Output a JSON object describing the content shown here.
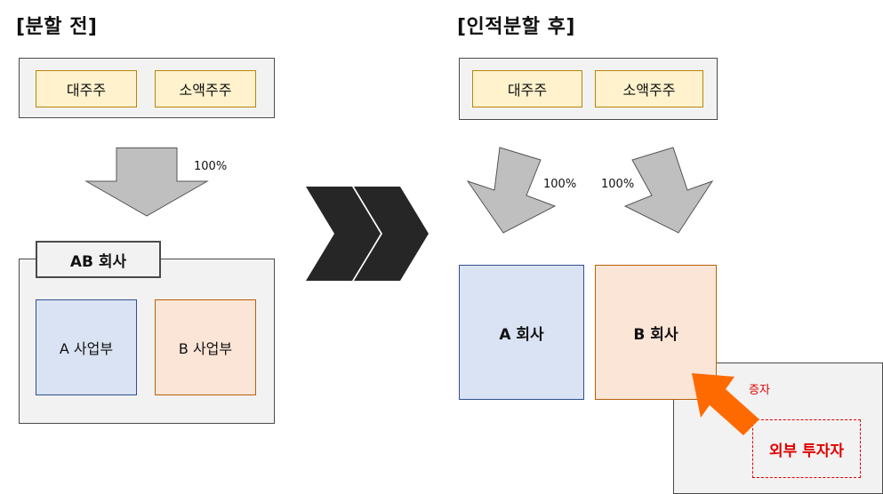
{
  "before": {
    "heading": "[분할 전]",
    "shareholders": [
      "대주주",
      "소액주주"
    ],
    "ownership": "100%",
    "company": "AB 회사",
    "divisions": [
      "A 사업부",
      "B 사업부"
    ]
  },
  "after": {
    "heading": "[인적분할 후]",
    "shareholders": [
      "대주주",
      "소액주주"
    ],
    "ownership_a": "100%",
    "ownership_b": "100%",
    "company_a": "A 회사",
    "company_b": "B 회사",
    "capital_increase": "증자",
    "external_investor": "외부 투자자"
  },
  "colors": {
    "shareholder_fill": "#fff2cc",
    "division_a_fill": "#dae3f3",
    "division_b_fill": "#fbe5d6",
    "arrow_gray": "#bfbfbf",
    "chevron": "#262626",
    "investor_arrow": "#ff6600",
    "investor_text": "#e00000"
  }
}
